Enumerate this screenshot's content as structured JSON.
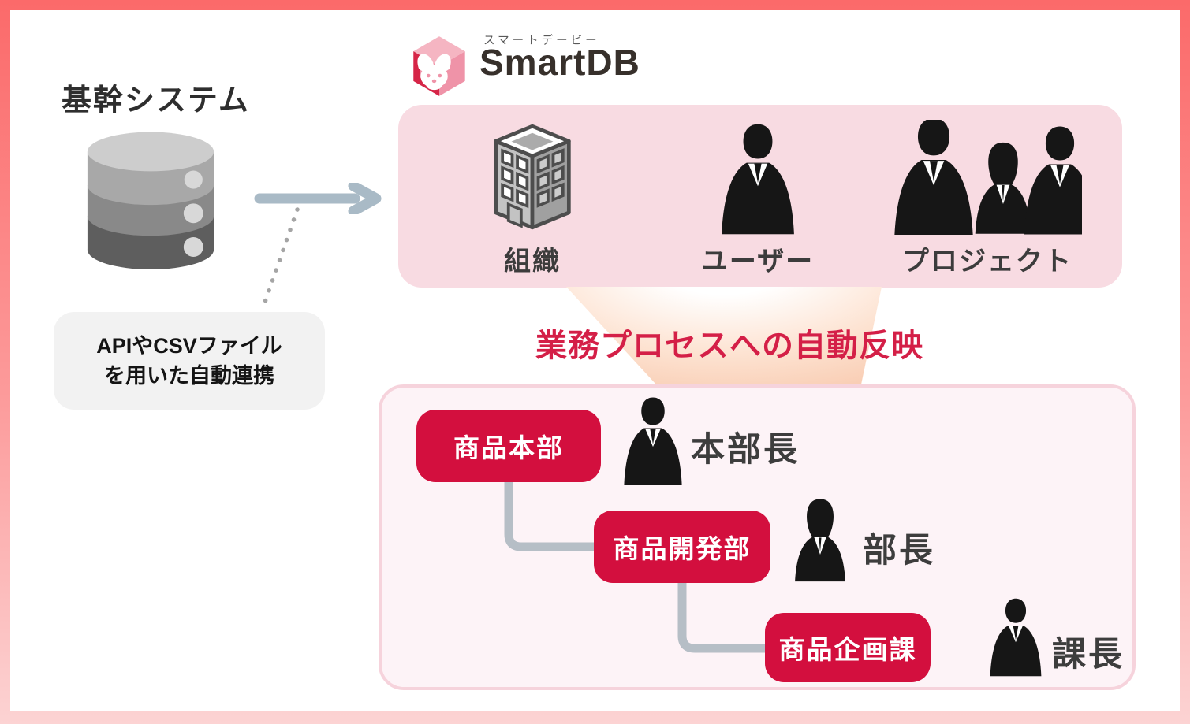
{
  "source_system": {
    "title": "基幹システム",
    "icon": "database-icon",
    "note_line1": "APIやCSVファイル",
    "note_line2": "を用いた自動連携"
  },
  "logo": {
    "reading": "スマートデービー",
    "wordmark": "SmartDB",
    "icon": "smartdb-chihuahua-cube-icon"
  },
  "master_box": {
    "items": [
      {
        "label": "組織",
        "icon": "building-icon"
      },
      {
        "label": "ユーザー",
        "icon": "businessman-silhouette-icon"
      },
      {
        "label": "プロジェクト",
        "icon": "business-team-silhouette-icon"
      }
    ]
  },
  "flow": {
    "caption": "業務プロセスへの自動反映"
  },
  "org_chart": {
    "nodes": [
      {
        "dept": "商品本部",
        "role": "本部長",
        "icon": "male-executive-silhouette-icon"
      },
      {
        "dept": "商品開発部",
        "role": "部長",
        "icon": "female-manager-silhouette-icon"
      },
      {
        "dept": "商品企画課",
        "role": "課長",
        "icon": "male-manager-silhouette-icon"
      }
    ]
  },
  "colors": {
    "frame_top": "#fb6a6a",
    "frame_bottom": "#fcd3d3",
    "accent_red": "#d30f3e",
    "caption_red": "#d41f47",
    "pink_panel": "#f8dbe2",
    "bottom_panel": "#fdf3f7",
    "connector_gray": "#b6bec6",
    "arrow_gray": "#a9bac6"
  }
}
